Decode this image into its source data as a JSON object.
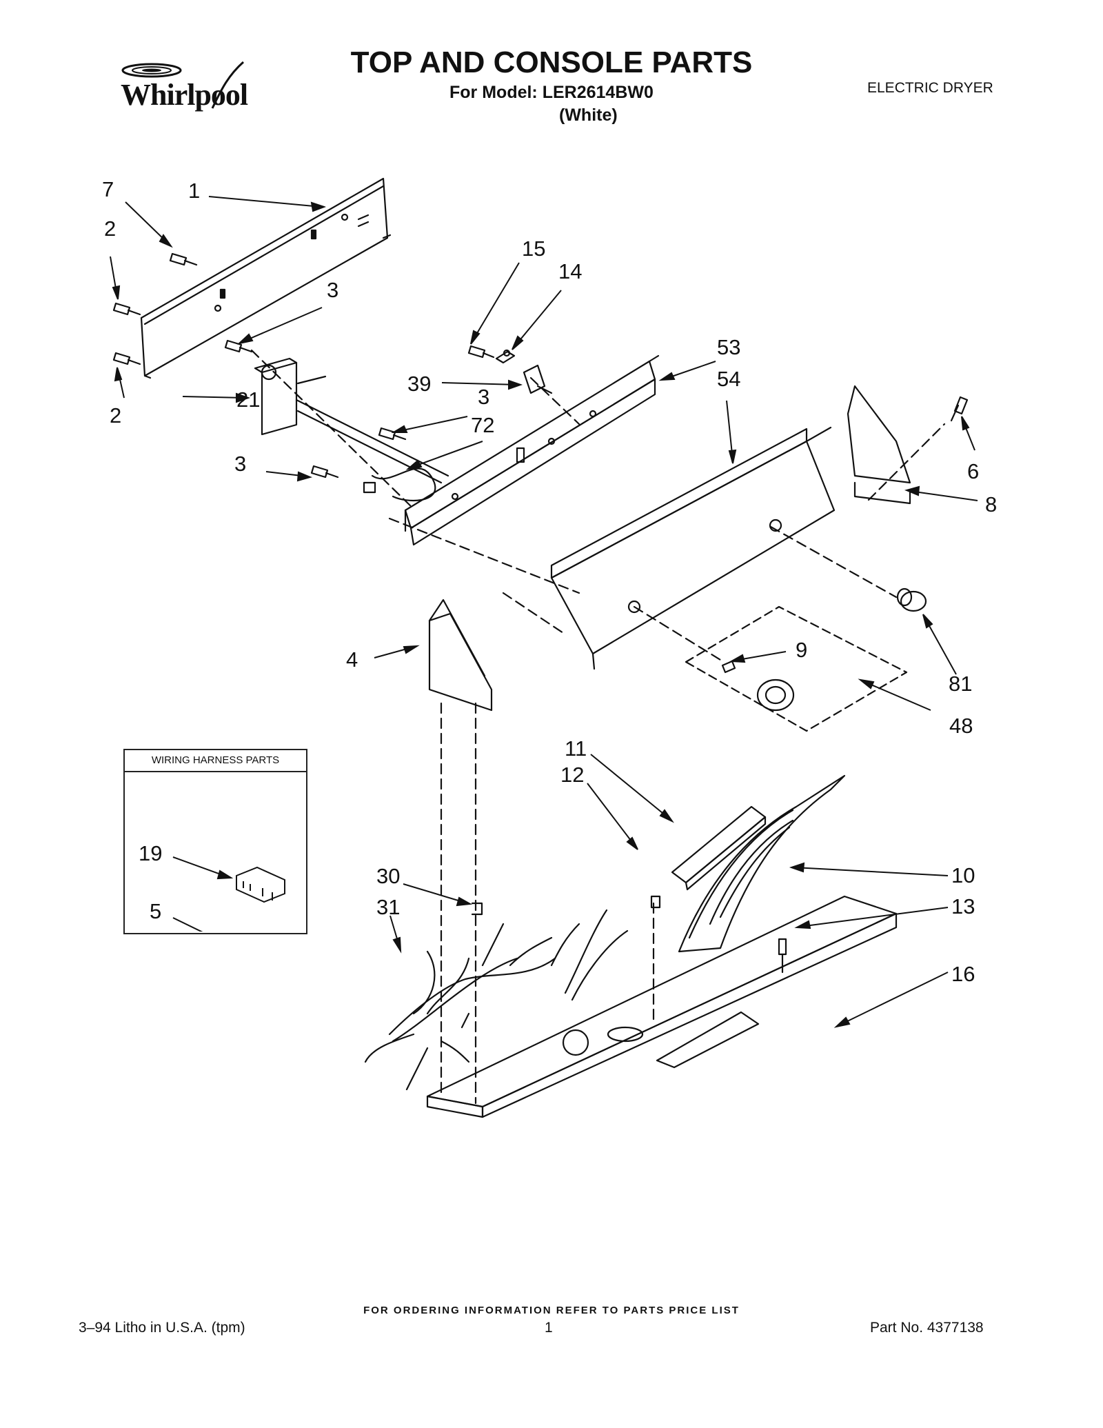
{
  "header": {
    "brand": "Whirlpool",
    "title": "TOP AND CONSOLE PARTS",
    "model_line": "For Model: LER2614BW0",
    "color_line": "(White)",
    "product_type": "ELECTRIC DRYER"
  },
  "callouts": {
    "c1": "1",
    "c2a": "2",
    "c2b": "2",
    "c3a": "3",
    "c3b": "3",
    "c3c": "3",
    "c4": "4",
    "c6": "6",
    "c7": "7",
    "c8": "8",
    "c9": "9",
    "c10": "10",
    "c11": "11",
    "c12": "12",
    "c13": "13",
    "c14": "14",
    "c15": "15",
    "c16": "16",
    "c21": "21",
    "c30": "30",
    "c31": "31",
    "c39": "39",
    "c48": "48",
    "c53": "53",
    "c54": "54",
    "c72": "72",
    "c81": "81"
  },
  "harness_box": {
    "title": "WIRING HARNESS PARTS",
    "c19": "19",
    "c5": "5"
  },
  "footer": {
    "ordering_note": "FOR ORDERING INFORMATION REFER TO PARTS PRICE LIST",
    "litho": "3–94 Litho in U.S.A. (tpm)",
    "page": "1",
    "part_number": "Part No. 4377138"
  }
}
